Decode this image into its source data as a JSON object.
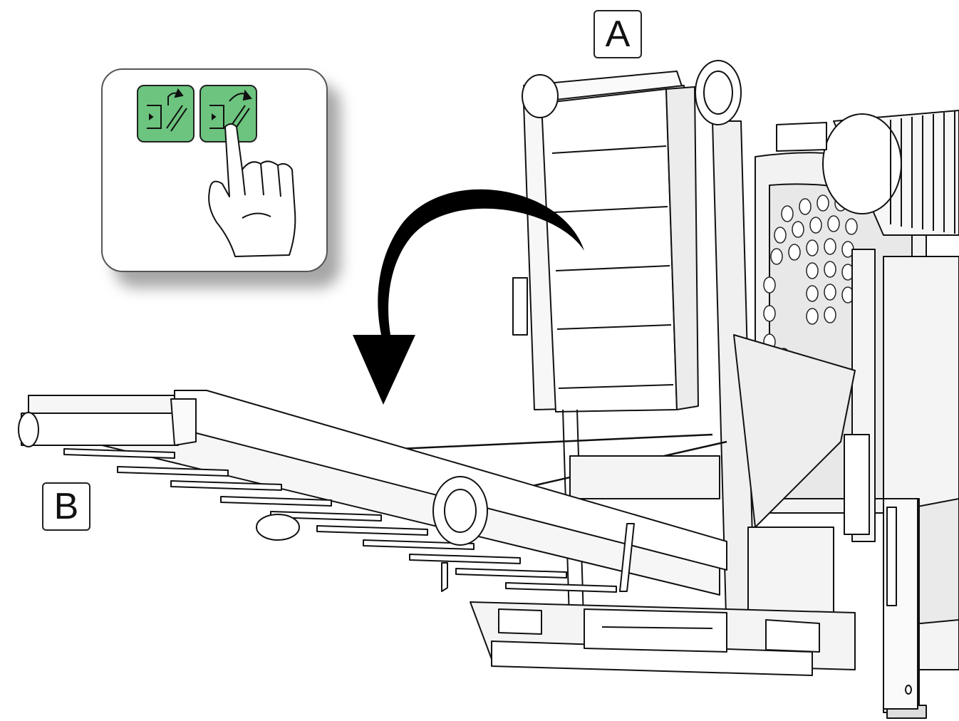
{
  "callouts": {
    "a": "A",
    "b": "B"
  },
  "panel": {
    "buttons": [
      {
        "icon": "fold-conveyor-up-icon",
        "color": "#6cc47e"
      },
      {
        "icon": "fold-conveyor-down-icon",
        "color": "#6cc47e"
      }
    ],
    "pressed_button_index": 1
  },
  "colors": {
    "outline": "#111111",
    "machine_fill": "#f4f4f4",
    "button_green": "#6cc47e",
    "arrow": "#000000"
  }
}
